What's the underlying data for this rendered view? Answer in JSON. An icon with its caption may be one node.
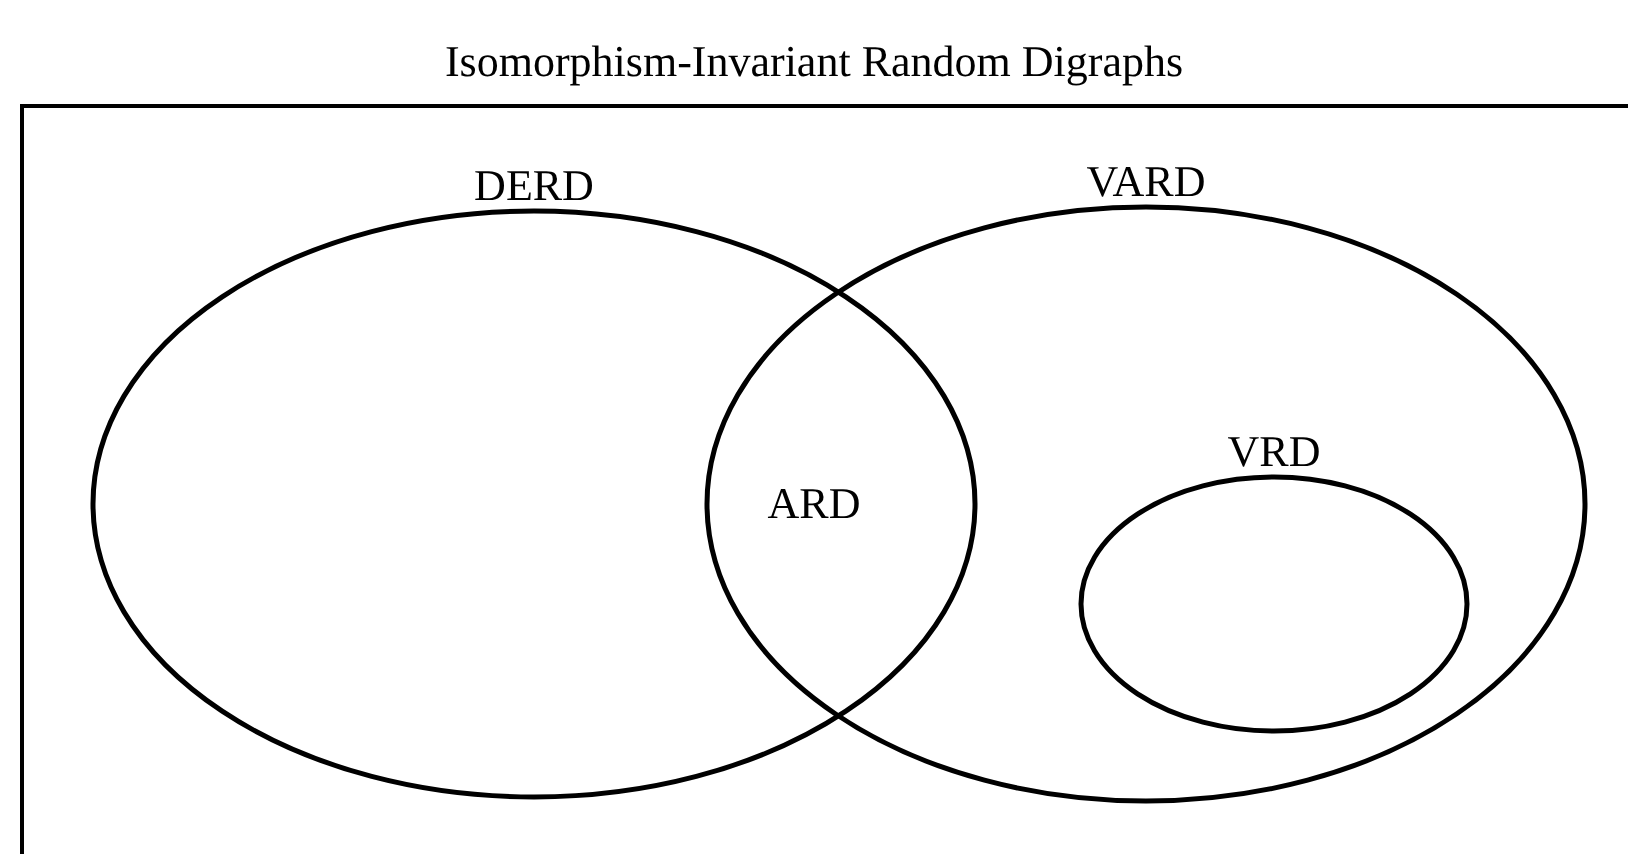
{
  "diagram": {
    "title": "Isomorphism-Invariant Random Digraphs",
    "nodes": [
      {
        "text": [],
        "shape": "box"
      },
      {
        "text": [
          "DERD"
        ],
        "in": 0
      },
      {
        "text": [
          "VARD"
        ],
        "in": 0
      },
      {
        "text": [
          "VRD"
        ],
        "in": 2
      }
    ],
    "edges": [],
    "labels": [
      "ARD"
    ]
  }
}
